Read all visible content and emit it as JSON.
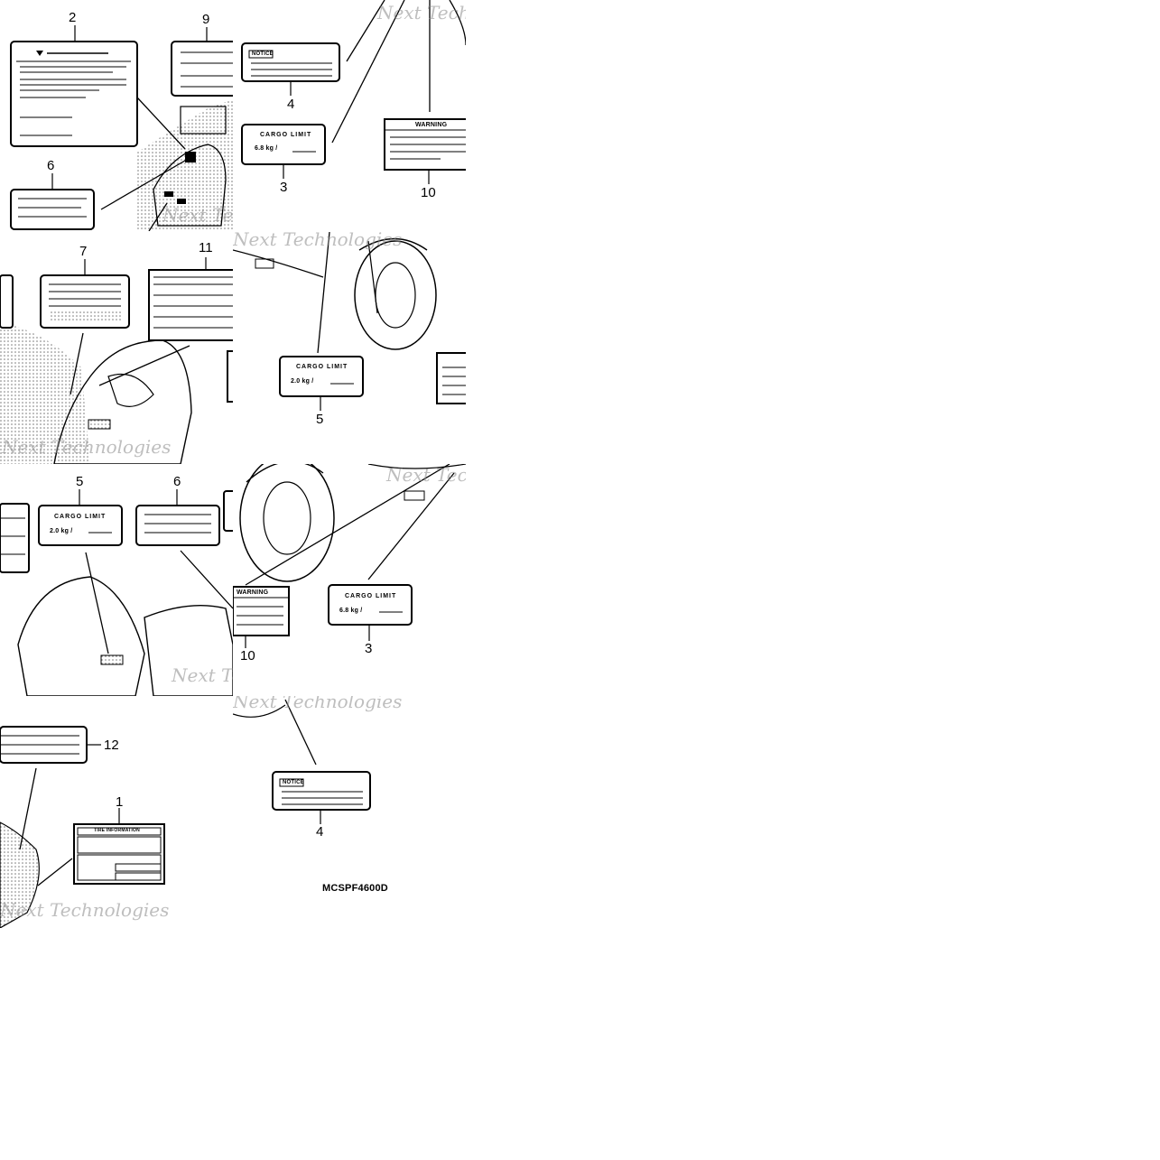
{
  "diagram": {
    "watermark": "Next Technologies",
    "reference_code": "MCSPF4600D",
    "callouts": {
      "n1": "1",
      "n2": "2",
      "n3": "3",
      "n4": "4",
      "n5": "5",
      "n6": "6",
      "n7": "7",
      "n9": "9",
      "n10": "10",
      "n11": "11",
      "n12": "12"
    },
    "label_text": {
      "cargo_limit": "CARGO LIMIT",
      "cargo_68": "6.8 kg /",
      "cargo_20": "2.0 kg /",
      "notice": "NOTICE",
      "warning": "WARNING",
      "tire_information": "TIRE INFORMATION"
    }
  }
}
